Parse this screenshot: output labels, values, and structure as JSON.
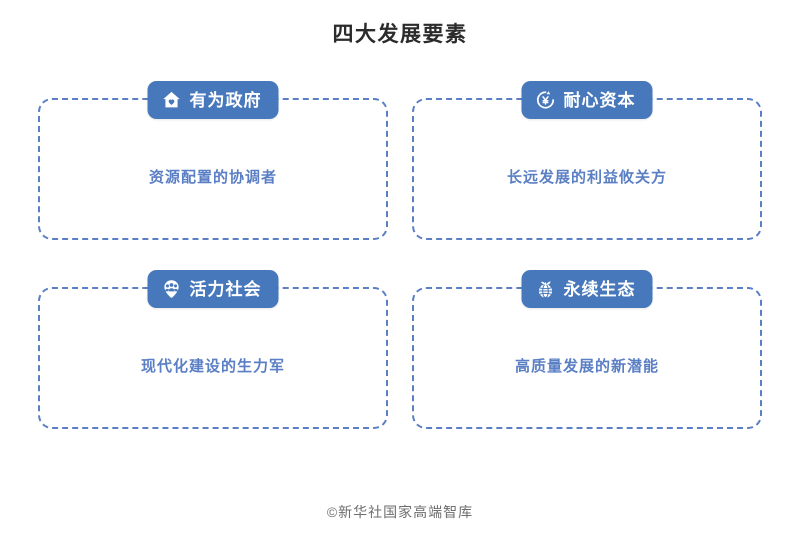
{
  "header": {
    "title": "四大发展要素"
  },
  "colors": {
    "badge_blue": "#4878bc",
    "border_blue": "#5b7fc4",
    "body_text_blue": "#5b7fc4",
    "title_gray": "#2b2b2b",
    "footer_gray": "#6e6e6e",
    "background": "#ffffff"
  },
  "cards": [
    {
      "icon": "house-heart-icon",
      "title": "有为政府",
      "body": "资源配置的协调者"
    },
    {
      "icon": "yuan-refresh-icon",
      "title": "耐心资本",
      "body": "长远发展的利益攸关方"
    },
    {
      "icon": "people-pin-icon",
      "title": "活力社会",
      "body": "现代化建设的生力军"
    },
    {
      "icon": "globe-leaf-icon",
      "title": "永续生态",
      "body": "高质量发展的新潜能"
    }
  ],
  "footer": {
    "text": "©新华社国家高端智库"
  }
}
